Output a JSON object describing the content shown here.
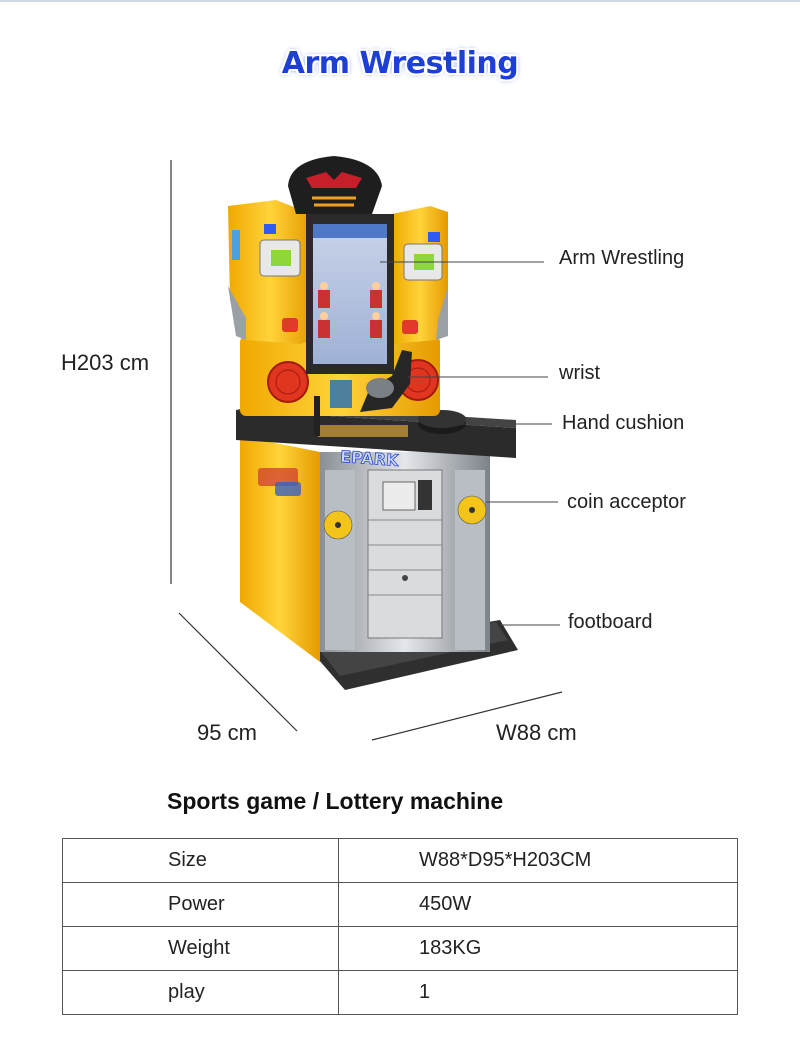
{
  "title": "Arm Wrestling",
  "dimensions": {
    "height": "H203 cm",
    "depth": "95 cm",
    "width": "W88 cm"
  },
  "callouts": [
    "Arm Wrestling",
    "wrist",
    "Hand cushion",
    "coin acceptor",
    "footboard"
  ],
  "cabinet_logo": "EPARK",
  "subtitle": "Sports game / Lottery machine",
  "specs": [
    {
      "label": "Size",
      "value": "W88*D95*H203CM"
    },
    {
      "label": "Power",
      "value": "450W"
    },
    {
      "label": "Weight",
      "value": "183KG"
    },
    {
      "label": "play",
      "value": "1"
    }
  ],
  "colors": {
    "cabinet_yellow": "#f5c11a",
    "title_blue": "#1d3fd6",
    "counter_black": "#2b2b2b",
    "indicator_red": "#e23a2a"
  }
}
